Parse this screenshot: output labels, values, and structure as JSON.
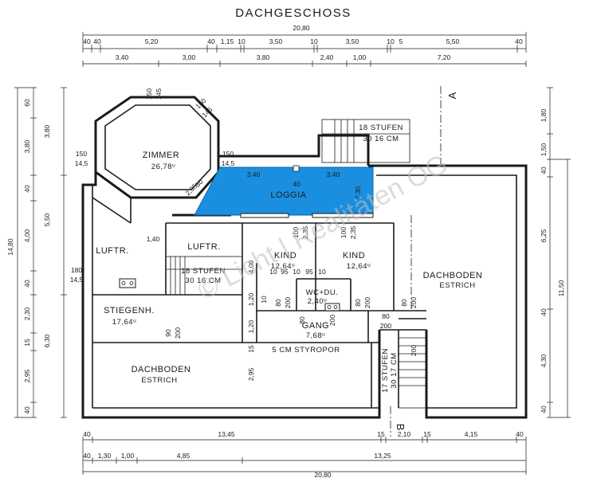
{
  "title": "DACHGESCHOSS",
  "watermark": "© Licht | Realitäten OG",
  "loggia_color": "#1a8fe0",
  "section_marks": {
    "top": "A",
    "bottom": "B"
  },
  "rooms": {
    "zimmer": {
      "name": "ZIMMER",
      "area": "26,78ᵘ"
    },
    "loggia": {
      "name": "LOGGIA",
      "left": "3.40",
      "right": "3.40",
      "mid": "40",
      "side": "2.30"
    },
    "luftr_left": {
      "name": "LUFTR."
    },
    "luftr_mid": {
      "name": "LUFTR."
    },
    "kind1": {
      "name": "KIND",
      "area": "12,64ᵘ"
    },
    "kind2": {
      "name": "KIND",
      "area": "12,64ᵘ"
    },
    "wc": {
      "name": "WC+DU.",
      "area": "2,40ᵘ"
    },
    "gang": {
      "name": "GANG",
      "area": "7,68ᵘ"
    },
    "stiegenh": {
      "name": "STIEGENH.",
      "area": "17,64ᵘ"
    },
    "dachboden_right": {
      "name": "DACHBODEN",
      "sub": "ESTRICH"
    },
    "dachboden_bottom": {
      "name": "DACHBODEN",
      "sub": "ESTRICH"
    }
  },
  "stairs": {
    "top": {
      "label": "18 STUFEN",
      "spec": "30  16  CM"
    },
    "mid": {
      "label": "18 STUFEN",
      "spec": "30  16  CM"
    },
    "right": {
      "label": "17 STUFEN",
      "spec": "30  17  CM"
    }
  },
  "styropor": "5 CM STYROPOR",
  "dims_top_1": {
    "total": "20,80",
    "labels": [
      "40",
      "40",
      "5,20",
      "40",
      "1,15",
      "10",
      "3,50",
      "10",
      "3,50",
      "10",
      "5",
      "5,50",
      "40"
    ]
  },
  "dims_top_2": {
    "labels": [
      "3,40",
      "3,00",
      "3,80",
      "2,40",
      "1,00",
      "7,20"
    ]
  },
  "dims_bottom_1": {
    "labels": [
      "40",
      "13,45",
      "15",
      "2,10",
      "15",
      "4,15",
      "40"
    ]
  },
  "dims_bottom_2": {
    "total": "20,80",
    "labels": [
      "40",
      "1,30",
      "1,00",
      "4,85",
      "13,25"
    ]
  },
  "dims_left_outer": {
    "total": "14,80",
    "labels": [
      "60",
      "3,80",
      "40",
      "4,00",
      "40",
      "2,30",
      "15",
      "2,95",
      "40"
    ]
  },
  "dims_left_inner": {
    "labels": [
      "3,80",
      "5,50",
      "6,30"
    ]
  },
  "dims_right_inner": {
    "labels": [
      "1,80",
      "1,50",
      "40",
      "6,25",
      "40",
      "4,30",
      "40"
    ]
  },
  "dims_right_outer": {
    "total": "11,50"
  },
  "inner_dims": {
    "oct_top": [
      "150",
      "145"
    ],
    "oct_tr": [
      "150",
      "145"
    ],
    "oct_left": [
      "150",
      "14,5"
    ],
    "oct_right": [
      "150",
      "14,5"
    ],
    "oct_diag": [
      "80",
      "2,35"
    ],
    "luftr_left_w": "1,40",
    "stieg_left": [
      "180",
      "14,5"
    ],
    "stieg_door": [
      "90",
      "200"
    ],
    "col1": [
      "1,20",
      "1,20",
      "2,95",
      "15"
    ],
    "col2": [
      "4,00",
      "10"
    ],
    "kind_w1": [
      "100",
      "2,35"
    ],
    "kind_w2": [
      "100",
      "2,35"
    ],
    "kind_row": [
      "10",
      "95",
      "10",
      "95",
      "10"
    ],
    "gang_doors": [
      "80",
      "200",
      "80",
      "200"
    ],
    "wc_door": [
      "80",
      "200"
    ],
    "door_right": [
      "80",
      "200",
      "200"
    ],
    "stair_right": [
      "80",
      "200"
    ]
  }
}
